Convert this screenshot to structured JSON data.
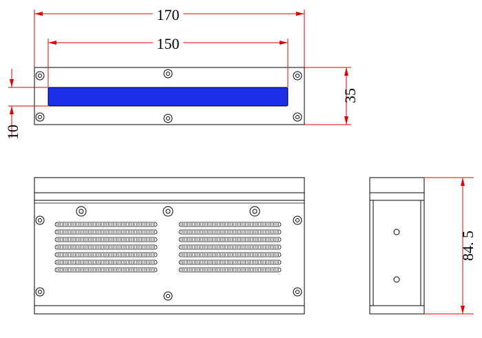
{
  "drawing": {
    "dimensions": {
      "width_overall": "170",
      "window_width": "150",
      "height_front": "35",
      "window_offset": "10",
      "depth_side": "84. 5"
    },
    "colors": {
      "dimension_line": "#e00000",
      "window_fill": "#1a2ee6",
      "outline": "#000000"
    },
    "views": [
      "front-view",
      "top-view",
      "side-view"
    ]
  }
}
